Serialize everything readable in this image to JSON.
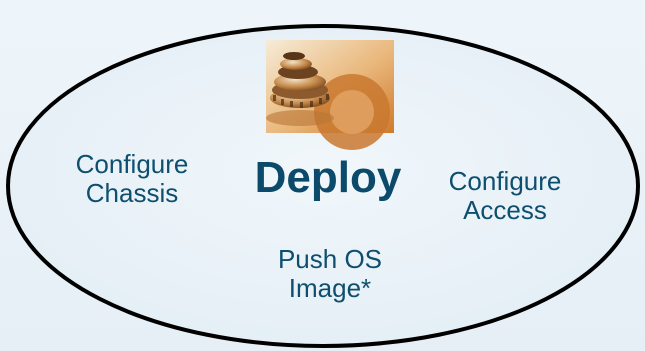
{
  "diagram": {
    "center": "Deploy",
    "left": [
      "Configure",
      "Chassis"
    ],
    "right": [
      "Configure",
      "Access"
    ],
    "bottom": [
      "Push OS",
      "Image*"
    ]
  },
  "colors": {
    "text": "#0e4f6f",
    "ellipse_fill": "#eaf3f8",
    "ellipse_stroke": "#000000"
  },
  "icons": {
    "center_image": "gears-photo-icon"
  }
}
